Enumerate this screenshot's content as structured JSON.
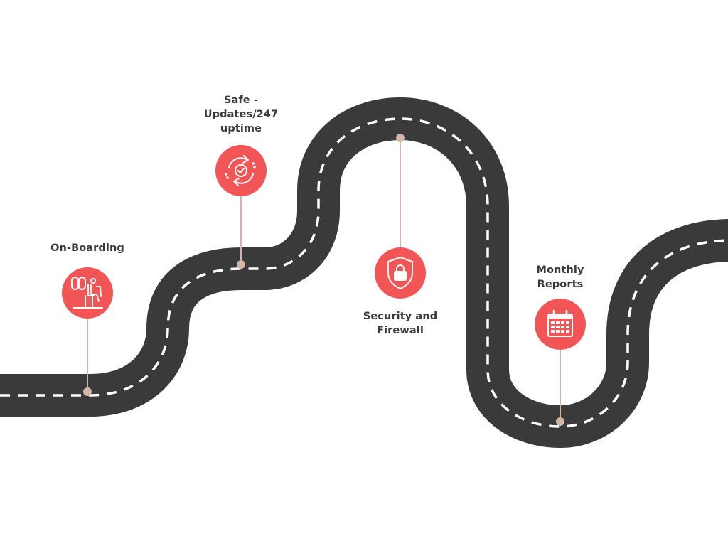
{
  "roadmap": {
    "colors": {
      "road": "#3a3a3a",
      "lane_marking": "#ffffff",
      "badge": "#f25555",
      "connector": "#d2b7a6",
      "label_text": "#3a3a3a"
    },
    "milestones": [
      {
        "id": "onboarding",
        "label": "On-Boarding",
        "icon": "seat-icon"
      },
      {
        "id": "safe-updates",
        "label": "Safe -\nUpdates/247\nuptime",
        "icon": "refresh-check-icon"
      },
      {
        "id": "security",
        "label": "Security and\nFirewall",
        "icon": "shield-lock-icon"
      },
      {
        "id": "reports",
        "label": "Monthly\nReports",
        "icon": "calendar-icon"
      }
    ]
  }
}
